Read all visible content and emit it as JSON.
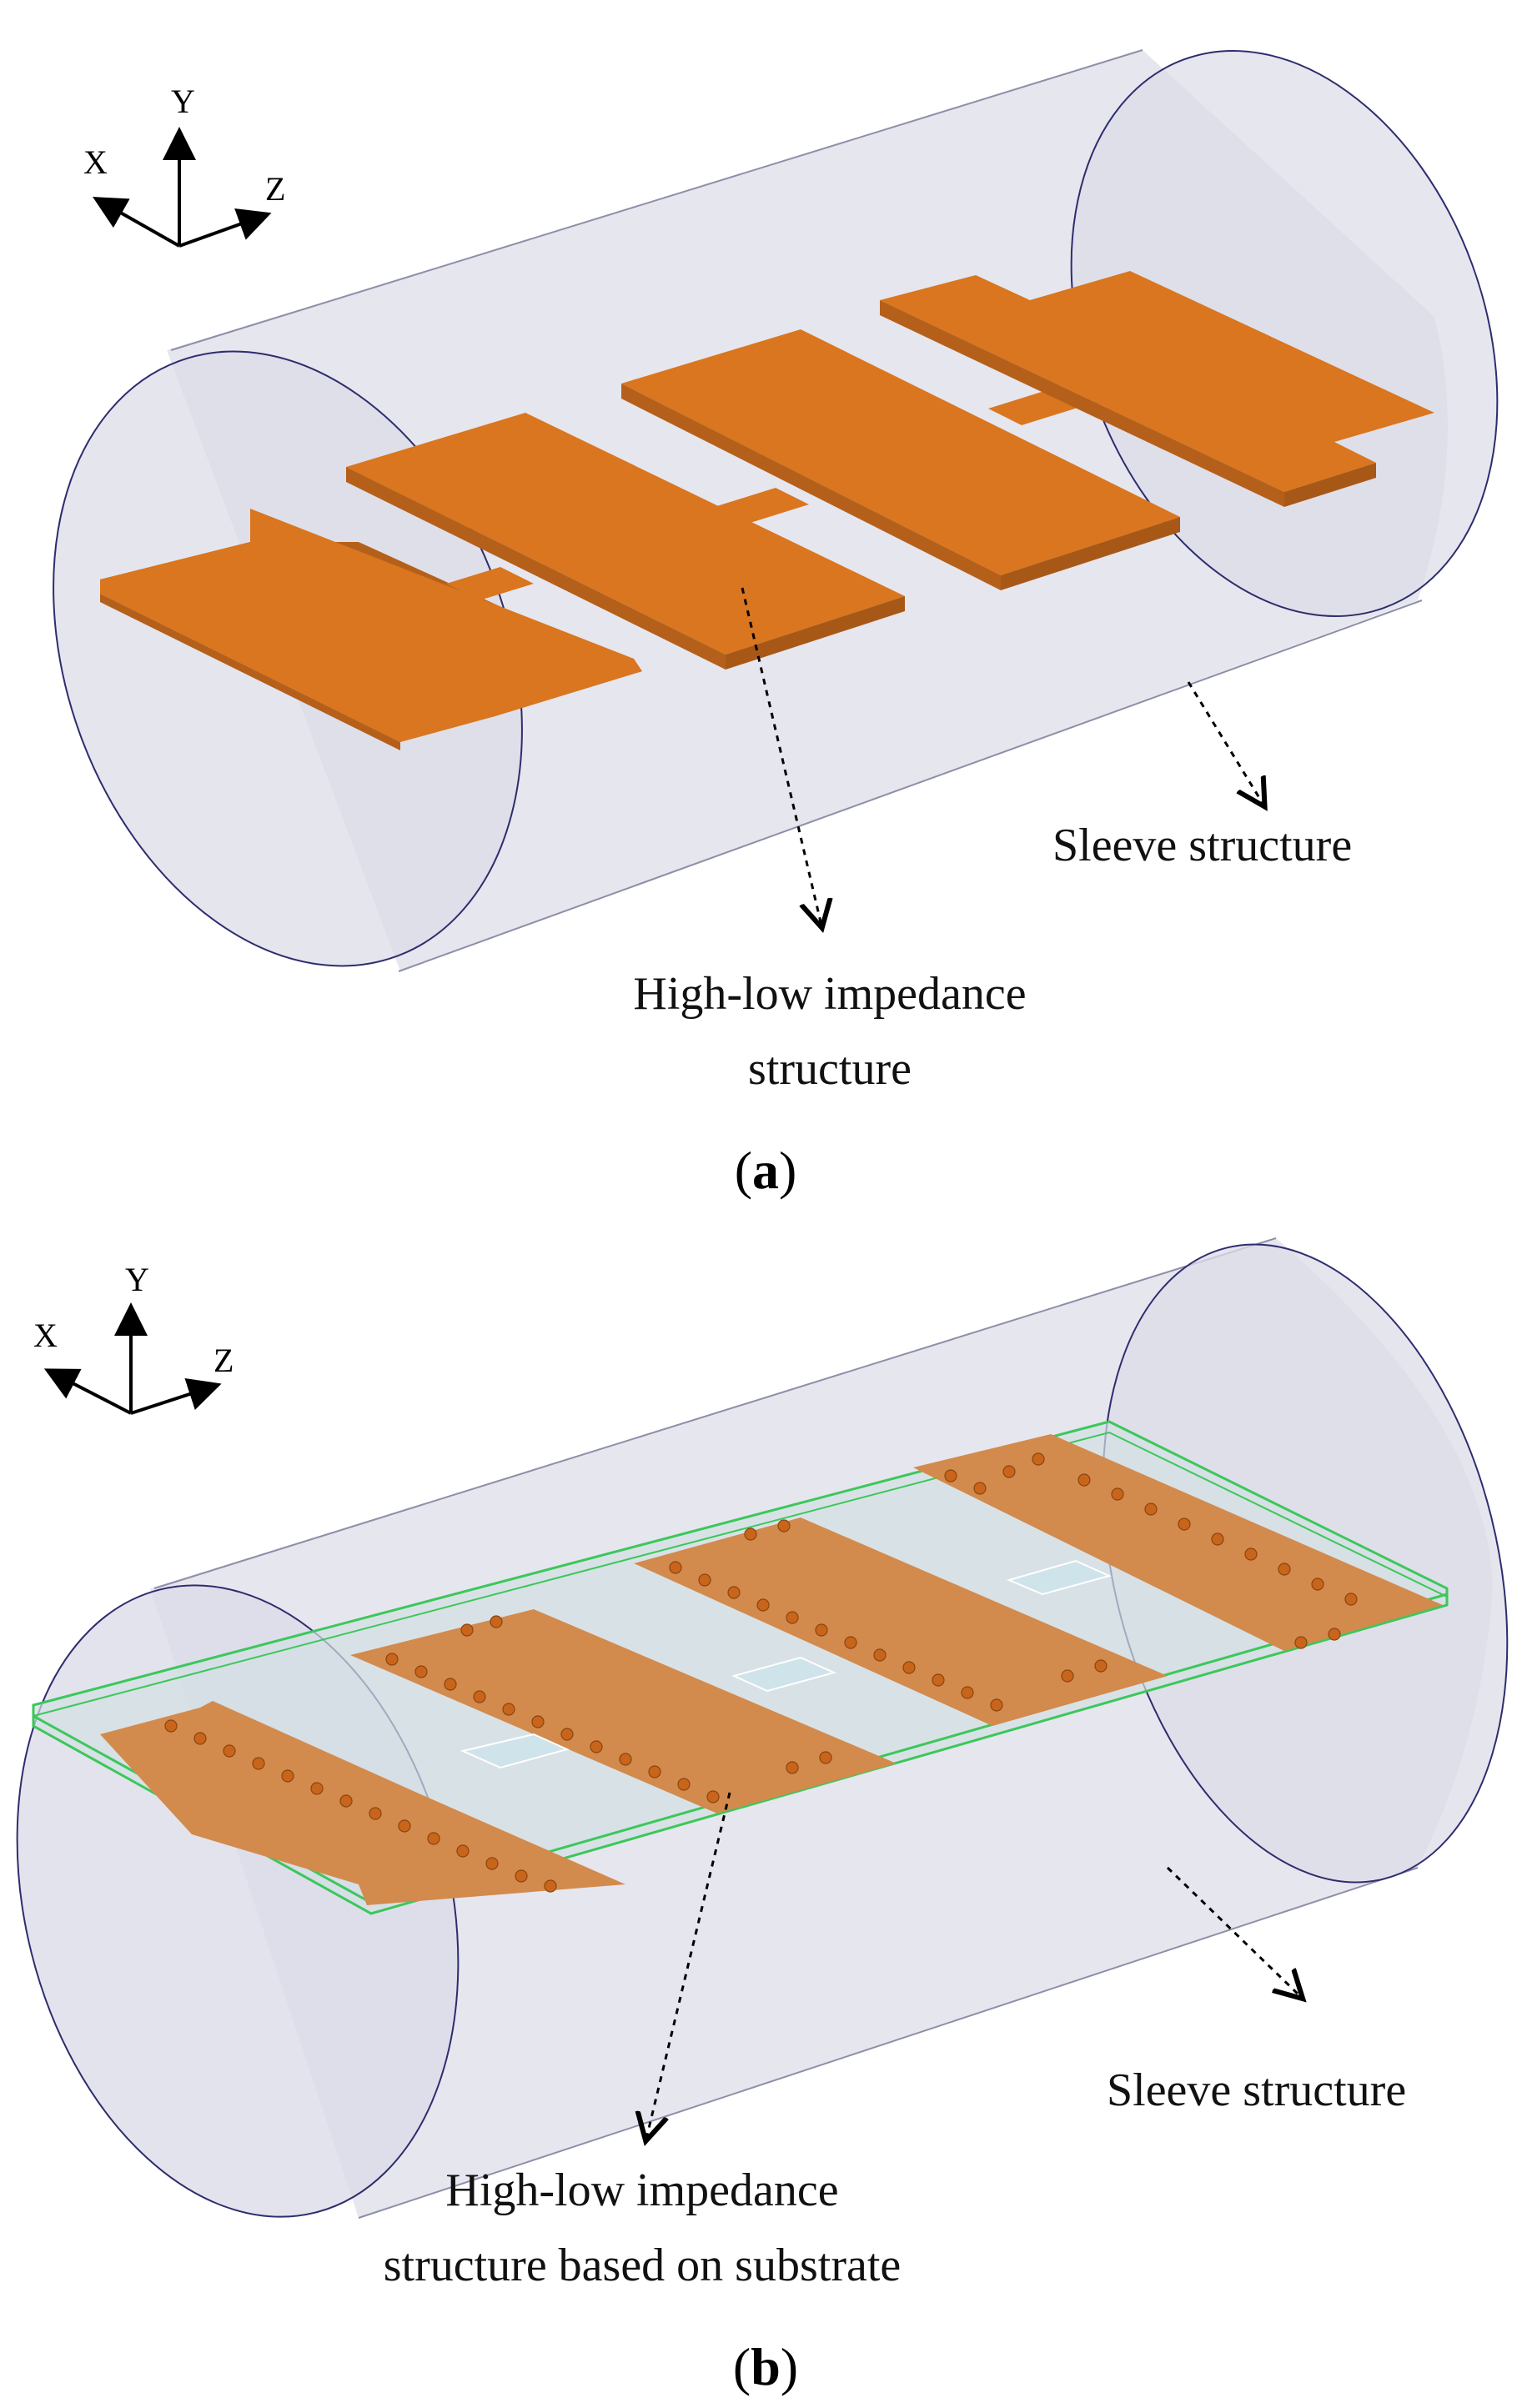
{
  "panel_a": {
    "caption_letter": "a",
    "axes": {
      "y": "Y",
      "x": "X",
      "z": "Z"
    },
    "label_sleeve": "Sleeve structure",
    "label_impedance_line1": "High-low impedance",
    "label_impedance_line2": "structure"
  },
  "panel_b": {
    "caption_letter": "b",
    "axes": {
      "y": "Y",
      "x": "X",
      "z": "Z"
    },
    "label_sleeve": "Sleeve structure",
    "label_impedance_line1": "High-low impedance",
    "label_impedance_line2": "structure based on substrate"
  },
  "colors": {
    "copper": "#d9761f",
    "copper_dark": "#b5601a",
    "sleeve_fill": "#e4e4ee",
    "sleeve_edge": "#2d2d6e",
    "substrate_edge": "#3cc75a",
    "slot_fill": "#cfe3ea"
  }
}
